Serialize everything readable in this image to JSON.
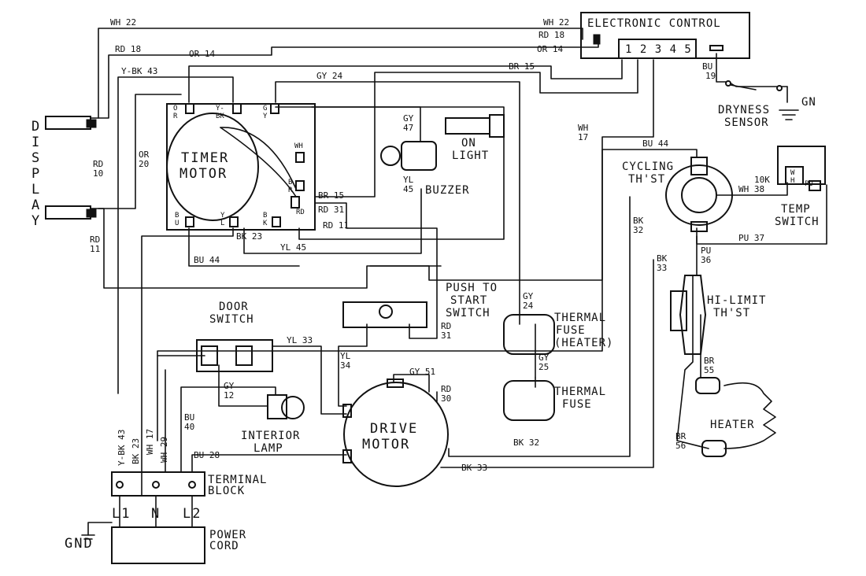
{
  "components": {
    "electronic_control": "ELECTRONIC CONTROL",
    "control_terminals": "1 2 3 4 5",
    "display": [
      "D",
      "I",
      "S",
      "P",
      "L",
      "A",
      "Y"
    ],
    "timer_motor": [
      "TIMER",
      "MOTOR"
    ],
    "on_light": [
      "ON",
      "LIGHT"
    ],
    "buzzer": "BUZZER",
    "dryness_sensor": [
      "DRYNESS",
      "SENSOR"
    ],
    "gn": "GN",
    "cycling_thst": [
      "CYCLING",
      "TH'ST"
    ],
    "temp_switch": [
      "TEMP",
      "SWITCH"
    ],
    "ten_k": "10K",
    "push_to_start": [
      "PUSH TO",
      "START",
      "SWITCH"
    ],
    "thermal_fuse_heater": [
      "THERMAL",
      "FUSE",
      "(HEATER)"
    ],
    "thermal_fuse": [
      "THERMAL",
      "FUSE"
    ],
    "door_switch": [
      "DOOR",
      "SWITCH"
    ],
    "hi_limit": [
      "HI-LIMIT",
      "TH'ST"
    ],
    "heater": "HEATER",
    "interior_lamp": [
      "INTERIOR",
      "LAMP"
    ],
    "drive_motor": [
      "DRIVE",
      "MOTOR"
    ],
    "terminal_block": [
      "TERMINAL",
      "BLOCK"
    ],
    "l1": "L1",
    "n": "N",
    "l2": "L2",
    "gnd": "GND",
    "power_cord": [
      "POWER",
      "CORD"
    ]
  },
  "timer_terminals": {
    "or": [
      "O",
      "R"
    ],
    "ybk": [
      "Y-",
      "BK"
    ],
    "gy": [
      "G",
      "Y"
    ],
    "wh": "WH",
    "b": "B",
    "r": "R",
    "rd": "RD",
    "bu": [
      "B",
      "U"
    ],
    "yl": [
      "Y",
      "L"
    ],
    "bk": [
      "B",
      "K"
    ]
  },
  "temp_switch_terminals": {
    "w": "W",
    "h": "H",
    "pu": "PU"
  },
  "wires": {
    "wh22_top": "WH 22",
    "wh22_ec": "WH 22",
    "rd18_left": "RD 18",
    "rd18_ec": "RD 18",
    "or14_left": "OR 14",
    "or14_ec": "OR 14",
    "ybk43_top": "Y-BK 43",
    "gy24_top": "GY 24",
    "br15_top": "BR 15",
    "bu19": [
      "BU",
      "19"
    ],
    "rd10": [
      "RD",
      "10"
    ],
    "or20": [
      "OR",
      "20"
    ],
    "rd11_left": [
      "RD",
      "11"
    ],
    "gy47": [
      "GY",
      "47"
    ],
    "yl45_buzzer": [
      "YL",
      "45"
    ],
    "wh17_right": [
      "WH",
      "17"
    ],
    "br15_timer": "BR 15",
    "rd31_timer": "RD 31",
    "rd11_timer": "RD 11",
    "bk23_timer": "BK 23",
    "yl45_bottom": "YL 45",
    "bu44_bottom": "BU 44",
    "bu44_top": "BU 44",
    "wh38": "WH 38",
    "bk32_right": [
      "BK",
      "32"
    ],
    "pu37": "PU 37",
    "bk33_right": [
      "BK",
      "33"
    ],
    "pu36": [
      "PU",
      "36"
    ],
    "gy24_right": [
      "GY",
      "24"
    ],
    "rd31_push": [
      "RD",
      "31"
    ],
    "gy25": [
      "GY",
      "25"
    ],
    "yl33": "YL 33",
    "gy12": [
      "GY",
      "12"
    ],
    "yl34": [
      "YL",
      "34"
    ],
    "gy51": "GY 51",
    "rd30": [
      "RD",
      "30"
    ],
    "br55": [
      "BR",
      "55"
    ],
    "br56": [
      "BR",
      "56"
    ],
    "bu40": [
      "BU",
      "40"
    ],
    "bu28": "BU 28",
    "bk32_bottom": "BK 32",
    "bk33_bottom": "BK 33",
    "ybk43_vert": "Y-BK 43",
    "bk23_vert": "BK 23",
    "wh17_vert": "WH 17",
    "wh29_vert": "WH 29"
  }
}
